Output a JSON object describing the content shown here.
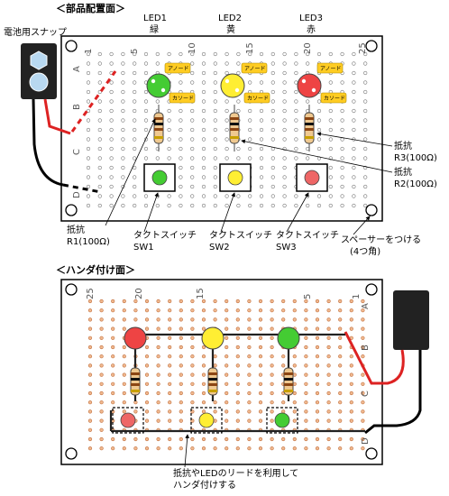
{
  "sections": {
    "parts_side": "＜部品配置面＞",
    "solder_side": "＜ハンダ付け面＞"
  },
  "battery_snap": "電池用スナップ",
  "grid": {
    "row_labels": [
      "A",
      "B",
      "C",
      "D"
    ],
    "top_cols": [
      "1",
      "5",
      "10",
      "15",
      "20",
      "25"
    ],
    "bottom_cols": [
      "25",
      "20",
      "15",
      "5",
      "1"
    ]
  },
  "leds": [
    {
      "name": "LED1",
      "color_label": "緑",
      "fill": "#44cc33"
    },
    {
      "name": "LED2",
      "color_label": "黄",
      "fill": "#ffee33"
    },
    {
      "name": "LED3",
      "color_label": "赤",
      "fill": "#ee4444"
    }
  ],
  "anode": "アノード",
  "cathode": "カソード",
  "resistors": [
    {
      "label": "抵抗",
      "value": "R1(100Ω)"
    },
    {
      "label": "抵抗",
      "value": "R2(100Ω)"
    },
    {
      "label": "抵抗",
      "value": "R3(100Ω)"
    }
  ],
  "switches": [
    {
      "label": "タクトスイッチ",
      "name": "SW1",
      "fill": "#44cc33"
    },
    {
      "label": "タクトスイッチ",
      "name": "SW2",
      "fill": "#ffee33"
    },
    {
      "label": "タクトスイッチ",
      "name": "SW3",
      "fill": "#ee6666"
    }
  ],
  "spacer": {
    "line1": "スペーサーをつける",
    "line2": "(4つ角)"
  },
  "solder_note": {
    "line1": "抵抗やLEDのリードを利用して",
    "line2": "ハンダ付けする"
  }
}
